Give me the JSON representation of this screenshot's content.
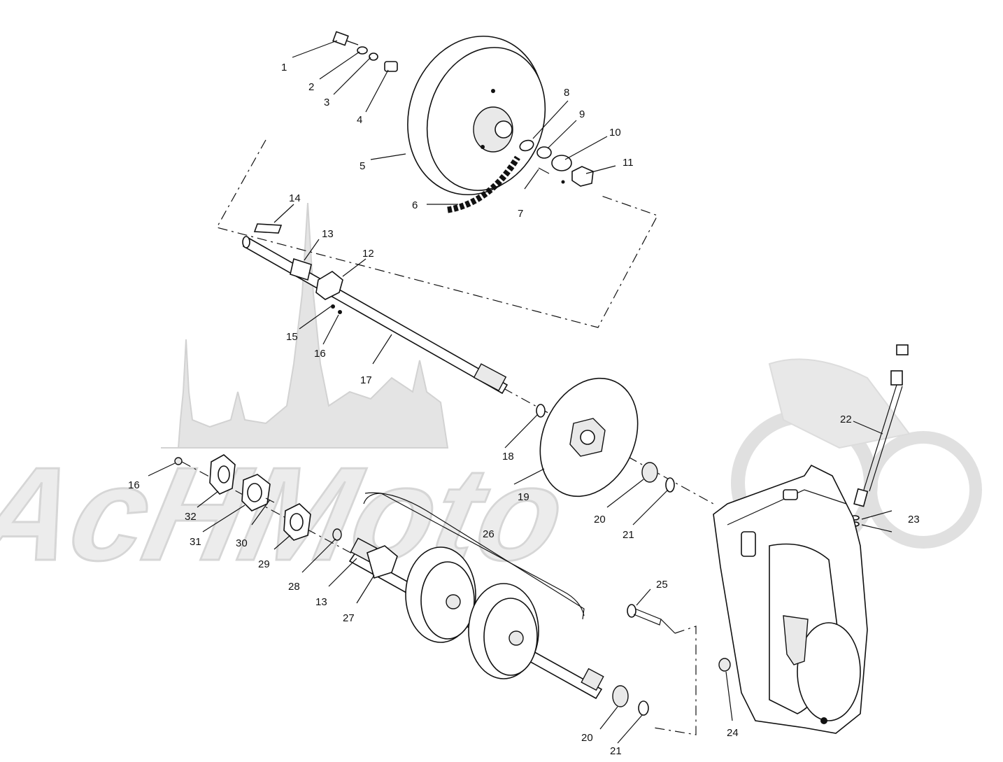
{
  "watermark": {
    "text": "AcHMoto"
  },
  "callouts": [
    {
      "id": "c1",
      "label": "1"
    },
    {
      "id": "c2",
      "label": "2"
    },
    {
      "id": "c3",
      "label": "3"
    },
    {
      "id": "c4",
      "label": "4"
    },
    {
      "id": "c5",
      "label": "5"
    },
    {
      "id": "c6",
      "label": "6"
    },
    {
      "id": "c7",
      "label": "7"
    },
    {
      "id": "c8",
      "label": "8"
    },
    {
      "id": "c9",
      "label": "9"
    },
    {
      "id": "c10",
      "label": "10"
    },
    {
      "id": "c11",
      "label": "11"
    },
    {
      "id": "c12",
      "label": "12"
    },
    {
      "id": "c13a",
      "label": "13"
    },
    {
      "id": "c14",
      "label": "14"
    },
    {
      "id": "c15",
      "label": "15"
    },
    {
      "id": "c16a",
      "label": "16"
    },
    {
      "id": "c17",
      "label": "17"
    },
    {
      "id": "c18",
      "label": "18"
    },
    {
      "id": "c19",
      "label": "19"
    },
    {
      "id": "c20a",
      "label": "20"
    },
    {
      "id": "c21a",
      "label": "21"
    },
    {
      "id": "c22",
      "label": "22"
    },
    {
      "id": "c23",
      "label": "23"
    },
    {
      "id": "c16b",
      "label": "16"
    },
    {
      "id": "c32",
      "label": "32"
    },
    {
      "id": "c31",
      "label": "31"
    },
    {
      "id": "c30",
      "label": "30"
    },
    {
      "id": "c29",
      "label": "29"
    },
    {
      "id": "c28",
      "label": "28"
    },
    {
      "id": "c13b",
      "label": "13"
    },
    {
      "id": "c27",
      "label": "27"
    },
    {
      "id": "c26",
      "label": "26"
    },
    {
      "id": "c25",
      "label": "25"
    },
    {
      "id": "c24",
      "label": "24"
    },
    {
      "id": "c20b",
      "label": "20"
    },
    {
      "id": "c21b",
      "label": "21"
    }
  ]
}
